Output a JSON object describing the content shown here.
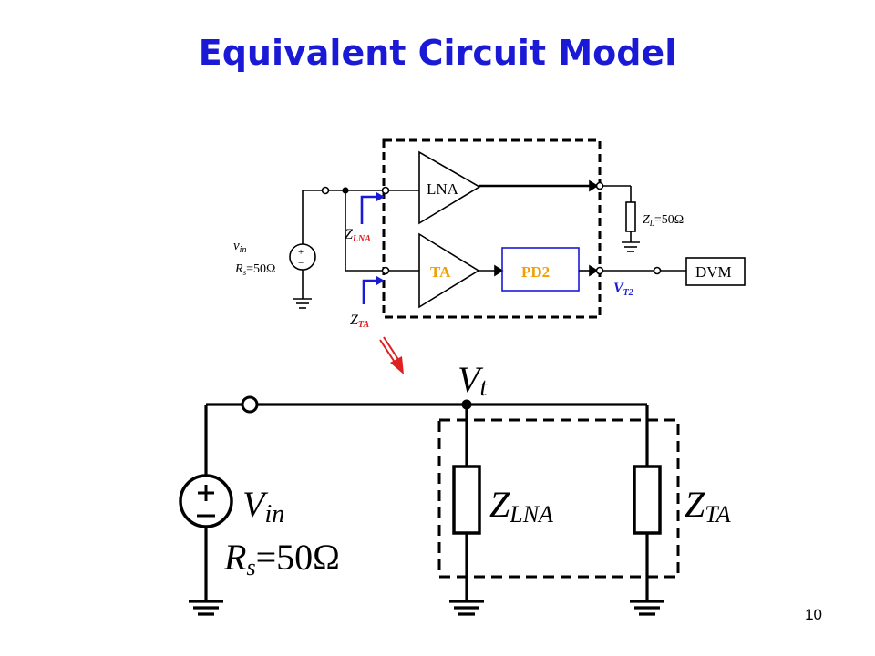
{
  "slide": {
    "title": "Equivalent Circuit Model",
    "page_number": "10"
  },
  "top_diagram": {
    "lna": "LNA",
    "ta": "TA",
    "pd": "PD2",
    "dvm": "DVM",
    "z_lna": {
      "main": "Z",
      "sub": "LNA"
    },
    "z_ta": {
      "main": "Z",
      "sub": "TA"
    },
    "zl": {
      "main": "Z",
      "sub": "L",
      "rest": "=50Ω"
    },
    "vin": {
      "main": "v",
      "sub": "in"
    },
    "rs": {
      "main": "R",
      "sub": "s",
      "rest": "=50Ω"
    },
    "vt2": {
      "main": "V",
      "sub": "T2"
    },
    "source_plus": "+",
    "source_minus": "−"
  },
  "bottom_circuit": {
    "vt": {
      "main": "V",
      "sub": "t"
    },
    "vin": {
      "main": "V",
      "sub": "in"
    },
    "rs": {
      "main": "R",
      "sub": "s",
      "rest": "=50Ω"
    },
    "z_lna": {
      "main": "Z",
      "sub": "LNA"
    },
    "z_ta": {
      "main": "Z",
      "sub": "TA"
    }
  },
  "colors": {
    "title": "#1a1ad6",
    "arrow": "#e02020",
    "highlight_blue": "#1a1ad6",
    "pd_text": "#f0a000",
    "pd_border": "#1a1ad6",
    "label_red": "#e02020"
  }
}
